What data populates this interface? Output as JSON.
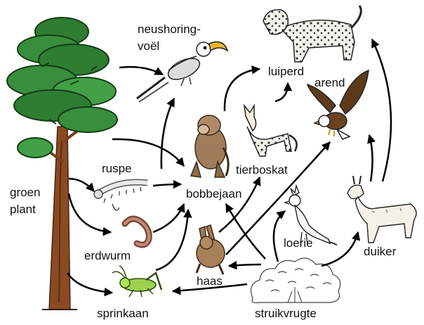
{
  "labels": {
    "neushoring": "neushoring-",
    "voel": "voël",
    "luiperd": "luiperd",
    "arend": "arend",
    "ruspe": "ruspe",
    "tierboskat": "tierboskat",
    "bobbejaan": "bobbejaan",
    "groen": "groen",
    "plant": "plant",
    "erdwurm": "erdwurm",
    "loerie": "loerie",
    "duiker": "duiker",
    "haas": "haas",
    "sprinkaan": "sprinkaan",
    "struikvrugte": "struikvrugte"
  },
  "relationships": [
    {
      "from": "groen plant",
      "to": "neushoring-voël"
    },
    {
      "from": "groen plant",
      "to": "bobbejaan"
    },
    {
      "from": "groen plant",
      "to": "ruspe"
    },
    {
      "from": "groen plant",
      "to": "erdwurm"
    },
    {
      "from": "groen plant",
      "to": "sprinkaan"
    },
    {
      "from": "ruspe",
      "to": "neushoring-voël"
    },
    {
      "from": "ruspe",
      "to": "bobbejaan"
    },
    {
      "from": "erdwurm",
      "to": "bobbejaan"
    },
    {
      "from": "sprinkaan",
      "to": "bobbejaan"
    },
    {
      "from": "bobbejaan",
      "to": "luiperd"
    },
    {
      "from": "tierboskat",
      "to": "luiperd"
    },
    {
      "from": "haas",
      "to": "tierboskat"
    },
    {
      "from": "haas",
      "to": "arend"
    },
    {
      "from": "haas",
      "to": "bobbejaan"
    },
    {
      "from": "struikvrugte",
      "to": "bobbejaan"
    },
    {
      "from": "struikvrugte",
      "to": "loerie"
    },
    {
      "from": "struikvrugte",
      "to": "haas"
    },
    {
      "from": "struikvrugte",
      "to": "sprinkaan"
    },
    {
      "from": "struikvrugte",
      "to": "duiker"
    },
    {
      "from": "duiker",
      "to": "arend"
    },
    {
      "from": "duiker",
      "to": "luiperd"
    }
  ]
}
